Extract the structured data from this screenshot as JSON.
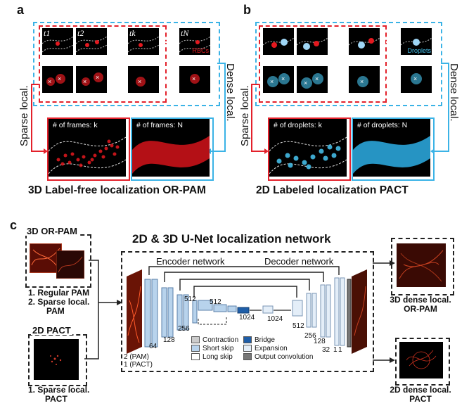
{
  "panel_a": {
    "letter": "a",
    "frame_labels": [
      "t1",
      "t2",
      "tk",
      "tN"
    ],
    "rbcs_label": "RBCs",
    "sparse_label": "Sparse local.",
    "dense_label": "Dense local.",
    "img_left_caption": "# of frames: k",
    "img_right_caption": "# of frames: N",
    "title": "3D Label-free localization OR-PAM"
  },
  "panel_b": {
    "letter": "b",
    "droplets_label": "Droplets",
    "sparse_label": "Sparse local.",
    "dense_label": "Dense local.",
    "img_left_caption": "# of droplets: k",
    "img_right_caption": "# of droplets: N",
    "title": "2D Labeled localization PACT"
  },
  "panel_c": {
    "letter": "c",
    "orpam_title": "3D OR-PAM",
    "orpam_list": [
      "1. Regular PAM",
      "2. Sparse local.",
      "PAM"
    ],
    "pact_title": "2D PACT",
    "pact_list": [
      "1. Sparse local.",
      "PACT"
    ],
    "network_title": "2D & 3D U-Net localization network",
    "encoder": "Encoder network",
    "decoder": "Decoder network",
    "channel_labels": {
      "c64": "64",
      "c128": "128",
      "c256": "256",
      "c512a": "512",
      "c512b": "512",
      "c1024a": "1024",
      "c1024b": "1024",
      "c512c": "512",
      "c256b": "256",
      "c128b": "128",
      "c32": "32",
      "c1a": "1",
      "c1b": "1"
    },
    "input_ch": [
      "2 (PAM)",
      "1 (PACT)"
    ],
    "legend": {
      "contraction": "Contraction",
      "bridge": "Bridge",
      "short_skip": "Short skip",
      "expansion": "Expansion",
      "long_skip": "Long skip",
      "output_conv": "Output convolution"
    },
    "out_3d": [
      "3D dense local.",
      "OR-PAM"
    ],
    "out_2d": [
      "2D dense local.",
      "PACT"
    ]
  },
  "colors": {
    "red": "#e3212b",
    "blue": "#3bb3e6",
    "rbc": "#e4191f",
    "droplet": "#48c6f2"
  }
}
